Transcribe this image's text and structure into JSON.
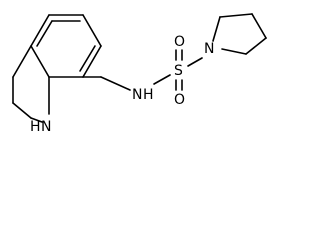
{
  "diagram": {
    "type": "skeletal-structure",
    "atoms": {
      "amide_nitrogen": "N",
      "amide_hydrogen": "H",
      "sulfur": "S",
      "oxygen_top": "O",
      "oxygen_bottom": "O",
      "ring_nitrogen_right": "N",
      "ring_nitrogen_left": "N",
      "ring_nitrogen_left_hydrogen": "H"
    }
  }
}
